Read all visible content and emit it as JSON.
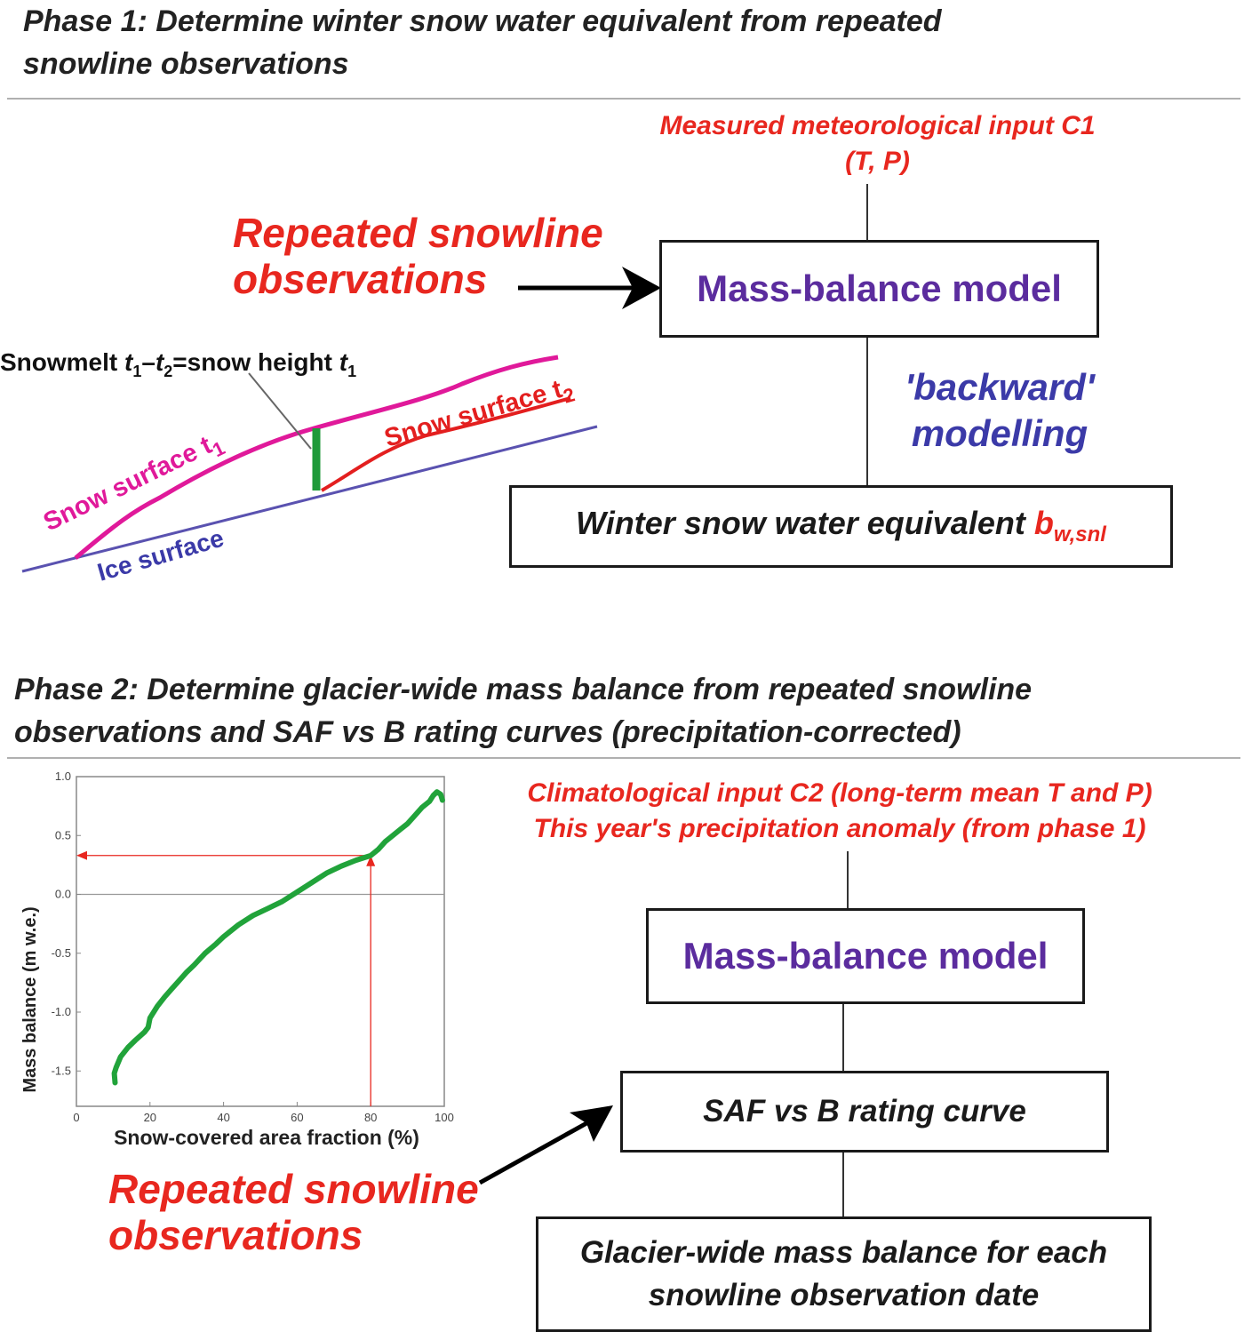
{
  "phase1": {
    "heading_line1": "Phase 1: Determine winter snow water equivalent from repeated",
    "heading_line2": "snowline observations",
    "met_input_line1": "Measured meteorological input C1",
    "met_input_line2": "(T, P)",
    "obs_line1": "Repeated snowline",
    "obs_line2": "observations",
    "model_label": "Mass-balance model",
    "backward_line1": "'backward'",
    "backward_line2": "modelling",
    "output_text": "Winter snow water equivalent ",
    "output_var": "b",
    "output_sub": "w,snl",
    "sketch": {
      "snowmelt_a": "Snowmelt ",
      "snowmelt_t": "t",
      "snowmelt_1": "1",
      "snowmelt_dash": "–",
      "snowmelt_t2": "t",
      "snowmelt_2": "2",
      "snowmelt_eq": "=snow height ",
      "snowmelt_t3": "t",
      "snowmelt_sub3": "1",
      "snow_t1": "Snow surface t",
      "snow_t1_sub": "1",
      "snow_t2": "Snow surface t",
      "snow_t2_sub": "2",
      "ice": "Ice surface"
    }
  },
  "phase2": {
    "heading_line1": "Phase 2: Determine glacier-wide mass balance from repeated snowline",
    "heading_line2": "observations and SAF vs B rating curves (precipitation-corrected)",
    "clim_line1": "Climatological input C2 (long-term mean T and P)",
    "clim_line2": "This year's precipitation anomaly (from phase 1)",
    "model_label": "Mass-balance model",
    "rating_label": "SAF vs B rating curve",
    "obs_line1": "Repeated snowline",
    "obs_line2": "observations",
    "output_line1": "Glacier-wide mass balance for each",
    "output_line2": "snowline observation date"
  },
  "colors": {
    "red": "#e8271f",
    "purple": "#5b2c9e",
    "magenta": "#e0199a",
    "ice_blue": "#5a52b0",
    "green": "#1f9a3a",
    "curve_green": "#21a33a"
  },
  "chart_data": {
    "type": "line",
    "xlabel": "Snow-covered area fraction (%)",
    "ylabel": "Mass balance (m w.e.)",
    "xlim": [
      0,
      100
    ],
    "ylim": [
      -1.8,
      1.0
    ],
    "xticks": [
      "0",
      "20",
      "40",
      "60",
      "80",
      "100"
    ],
    "yticks": [
      "1.0",
      "0.5",
      "0.0",
      "-0.5",
      "-1.0",
      "-1.5"
    ],
    "xtick_values": [
      0,
      20,
      40,
      60,
      80,
      100
    ],
    "ytick_values": [
      1.0,
      0.5,
      0.0,
      -0.5,
      -1.0,
      -1.5
    ],
    "grid": false,
    "series": [
      {
        "x": [
          10.5,
          10.3,
          10.8,
          12,
          14,
          16,
          18.5,
          19.5,
          20,
          22,
          24,
          26,
          28,
          30,
          32,
          35,
          38,
          40,
          44,
          48,
          52,
          56,
          60,
          64,
          68,
          72,
          76,
          79,
          80,
          82,
          84,
          86,
          88,
          90,
          92,
          94,
          96,
          97,
          98,
          99,
          99.5
        ],
        "y": [
          -1.6,
          -1.52,
          -1.47,
          -1.38,
          -1.3,
          -1.24,
          -1.17,
          -1.13,
          -1.05,
          -0.95,
          -0.87,
          -0.8,
          -0.73,
          -0.66,
          -0.6,
          -0.5,
          -0.42,
          -0.36,
          -0.26,
          -0.18,
          -0.12,
          -0.06,
          0.02,
          0.1,
          0.18,
          0.24,
          0.29,
          0.32,
          0.33,
          0.38,
          0.45,
          0.5,
          0.55,
          0.6,
          0.67,
          0.74,
          0.79,
          0.84,
          0.87,
          0.85,
          0.8
        ]
      }
    ],
    "annotation": {
      "x": 80,
      "y": 0.33
    }
  }
}
